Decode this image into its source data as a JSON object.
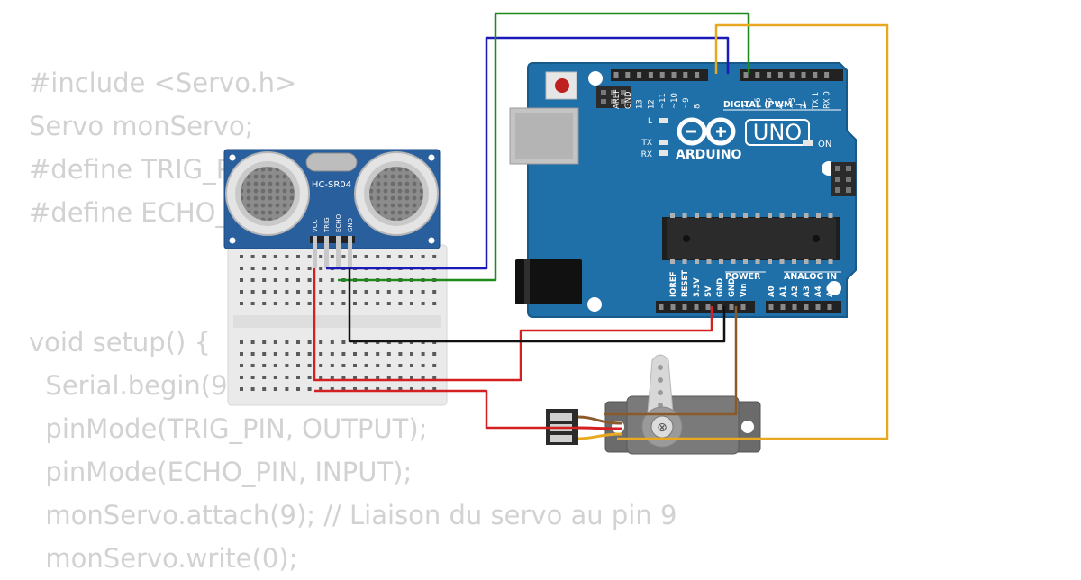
{
  "code_lines": [
    "#include <Servo.h>",
    "Servo monServo;",
    "#define TRIG_PIN 8",
    "#define ECHO_PIN 7",
    "",
    "",
    "void setup() {",
    "  Serial.begin(9600);",
    "  pinMode(TRIG_PIN, OUTPUT);",
    "  pinMode(ECHO_PIN, INPUT);",
    "  monServo.attach(9); // Liaison du servo au pin 9",
    "  monServo.write(0);"
  ],
  "sensor": {
    "model": "HC-SR04",
    "pins": [
      "VCC",
      "TRIG",
      "ECHO",
      "GND"
    ]
  },
  "arduino": {
    "brand": "ARDUINO",
    "model": "UNO",
    "on_label": "ON",
    "l_label": "L",
    "tx_label": "TX",
    "rx_label": "RX",
    "digital_label": "DIGITAL (PWM ~)",
    "power_label": "POWER",
    "analog_label": "ANALOG IN",
    "top_pins": [
      "AREF",
      "GND",
      "13",
      "12",
      "~11",
      "~10",
      "~9",
      "8",
      "7",
      "~6",
      "~5",
      "4",
      "~3",
      "2",
      "TX 1",
      "RX 0"
    ],
    "power_pins": [
      "IOREF",
      "RESET",
      "3.3V",
      "5V",
      "GND",
      "GND",
      "Vin"
    ],
    "analog_pins": [
      "A0",
      "A1",
      "A2",
      "A3",
      "A4",
      "A5"
    ]
  },
  "wire_colors": {
    "trig": "#1a1ab8",
    "echo": "#1e8a1e",
    "servo_signal": "#e8a820",
    "power": "#d42020",
    "ground": "#111111",
    "servo_ground": "#8b5a2b"
  },
  "colors": {
    "board": "#1f6fa8",
    "board_edge": "#175a8a",
    "sensor": "#2a5f9e",
    "breadboard": "#eaeaea",
    "servo": "#6a6a6a",
    "code": "#d2d2d2"
  }
}
